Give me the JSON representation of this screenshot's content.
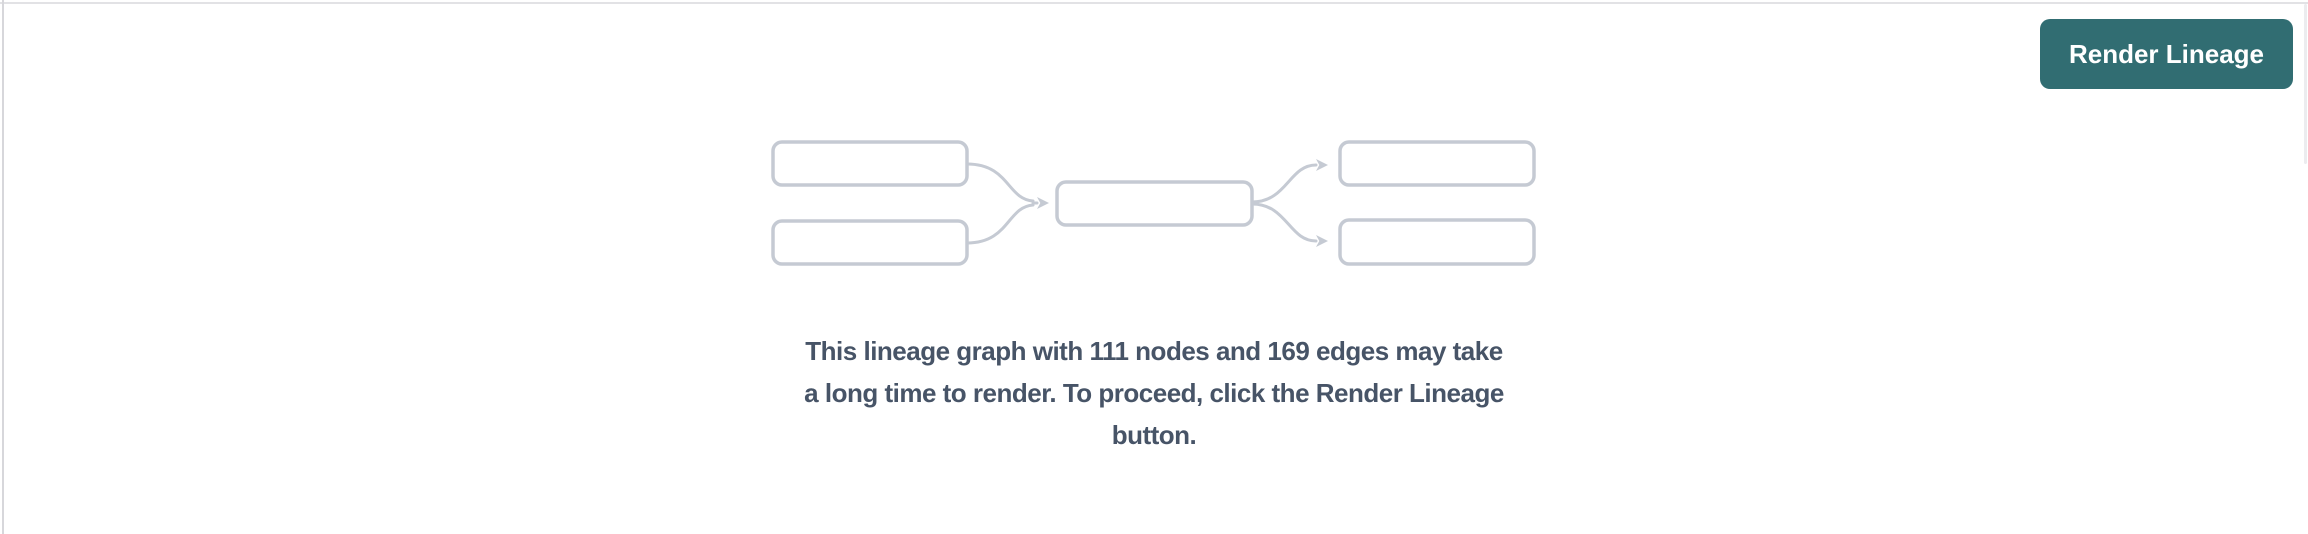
{
  "panel": {
    "background": "#ffffff",
    "top_border_color": "#e2e2e5",
    "left_border_color": "#d7d7db"
  },
  "toolbar": {
    "render_button_label": "Render Lineage",
    "render_button_color": "#316d72",
    "render_button_text_color": "#ffffff"
  },
  "empty_state": {
    "message_lines": [
      "This lineage graph with 111 nodes and 169 edges may take",
      "a long time to render. To proceed, click the Render Lineage",
      "button."
    ],
    "message_full": "This lineage graph with 111 nodes and 169 edges may take a long time to render. To proceed, click the Render Lineage button.",
    "node_count": "111",
    "edge_count": "169",
    "text_color": "#475467"
  },
  "illustration": {
    "name": "lineage-graph-placeholder",
    "node_border_color": "#c5cad3",
    "edge_color": "#c5cad3",
    "placeholder_nodes": 5,
    "placeholder_edges": 4
  }
}
